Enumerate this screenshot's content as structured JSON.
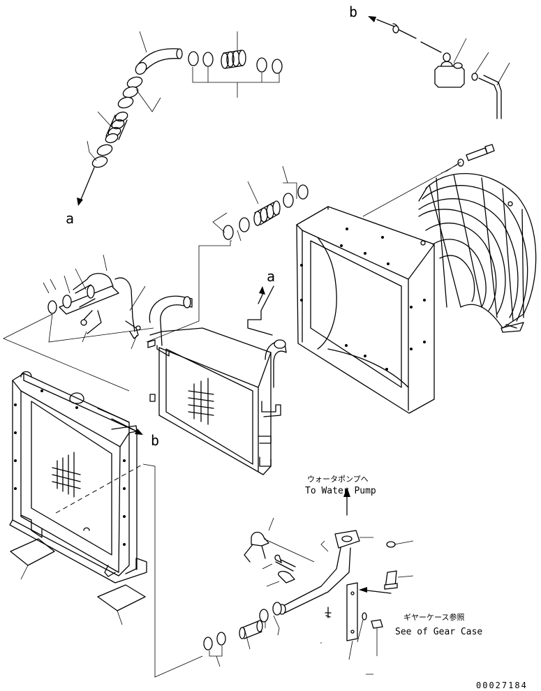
{
  "reference_letters": {
    "a_top_left": "a",
    "a_center": "a",
    "b_top_right": "b",
    "b_radiator": "b"
  },
  "callouts": {
    "water_pump_jp": "ウォータポンプへ",
    "water_pump_en": "To Water Pump",
    "gear_case_jp": "ギヤーケース参照",
    "gear_case_en": "See of Gear Case"
  },
  "drawing_number": "00027184"
}
